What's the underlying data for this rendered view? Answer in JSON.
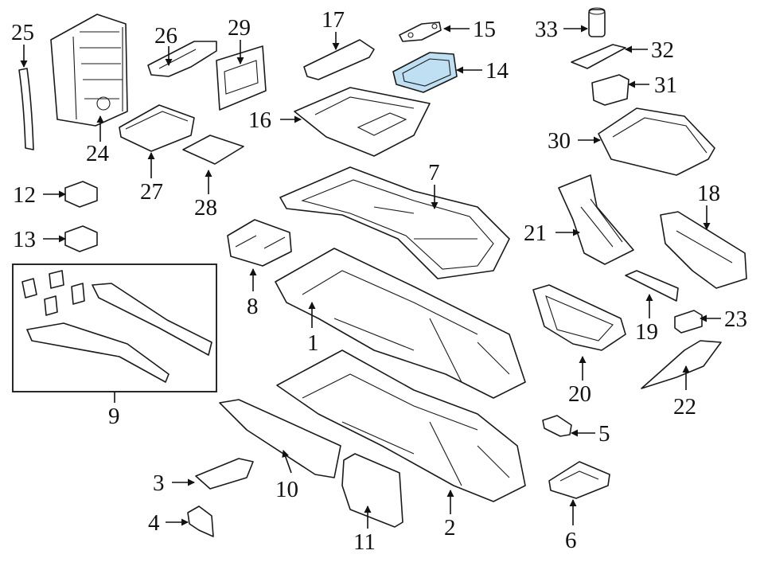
{
  "diagram": {
    "highlight_color": "#bfe0f2",
    "callouts": [
      {
        "n": "25"
      },
      {
        "n": "24"
      },
      {
        "n": "26"
      },
      {
        "n": "27"
      },
      {
        "n": "29"
      },
      {
        "n": "28"
      },
      {
        "n": "17"
      },
      {
        "n": "15"
      },
      {
        "n": "14",
        "highlighted": true
      },
      {
        "n": "16"
      },
      {
        "n": "33"
      },
      {
        "n": "32"
      },
      {
        "n": "31"
      },
      {
        "n": "30"
      },
      {
        "n": "12"
      },
      {
        "n": "13"
      },
      {
        "n": "7"
      },
      {
        "n": "8"
      },
      {
        "n": "21"
      },
      {
        "n": "18"
      },
      {
        "n": "9"
      },
      {
        "n": "1"
      },
      {
        "n": "19"
      },
      {
        "n": "23"
      },
      {
        "n": "20"
      },
      {
        "n": "22"
      },
      {
        "n": "10"
      },
      {
        "n": "3"
      },
      {
        "n": "4"
      },
      {
        "n": "11"
      },
      {
        "n": "2"
      },
      {
        "n": "5"
      },
      {
        "n": "6"
      }
    ]
  }
}
